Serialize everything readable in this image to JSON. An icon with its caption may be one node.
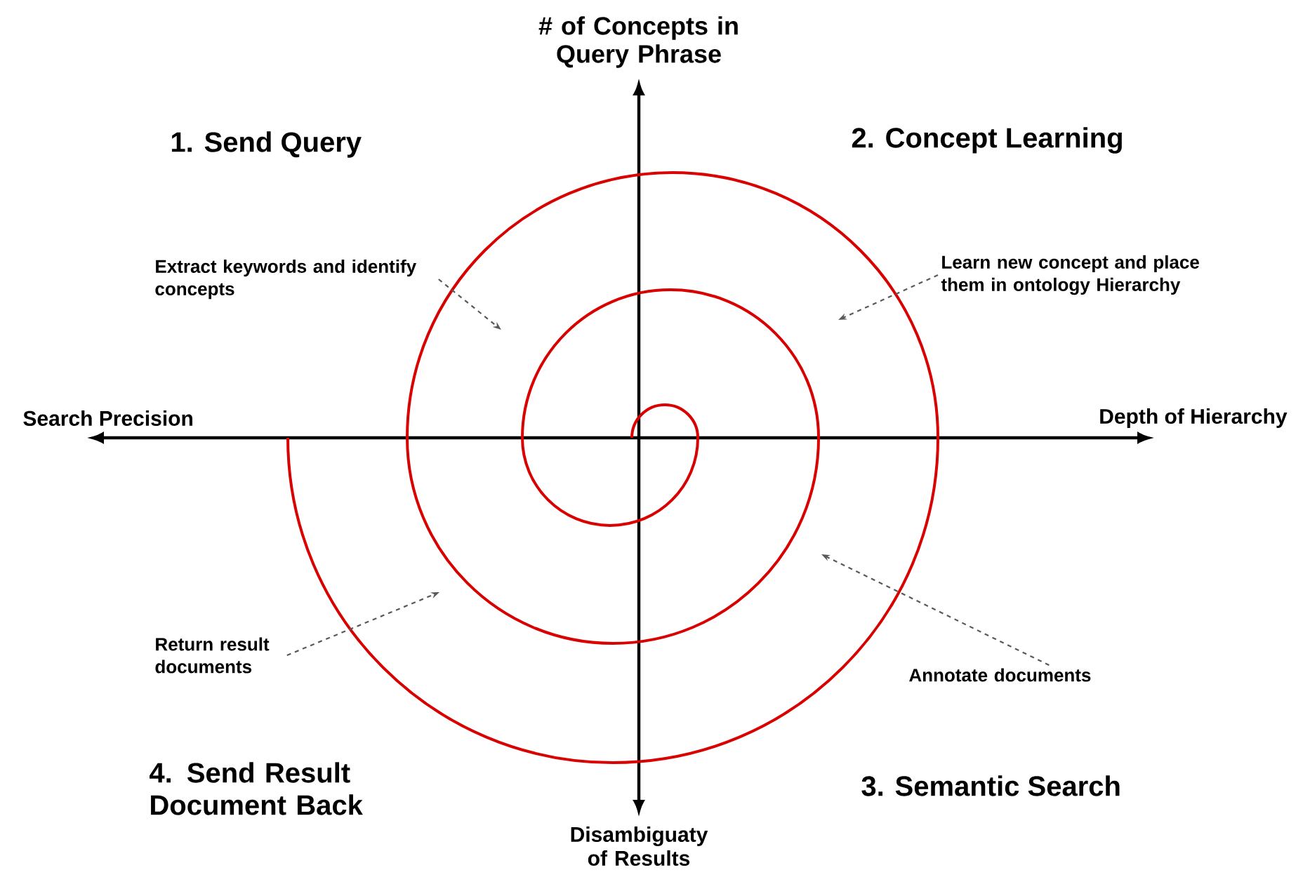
{
  "diagram": {
    "nodes": [
      {
        "text": [
          "Extract keywords and identify concepts"
        ]
      },
      {
        "text": [
          "Learn new concept and place them in ontology Hierarchy"
        ]
      },
      {
        "text": [
          "Return result documents"
        ]
      },
      {
        "text": [
          "Annotate documents"
        ]
      }
    ],
    "edges": [
      {
        "from": 0,
        "to": null,
        "arrow": "to",
        "style": "dashed"
      },
      {
        "from": 1,
        "to": null,
        "arrow": "to",
        "style": "dashed"
      },
      {
        "from": 2,
        "to": null,
        "arrow": "to",
        "style": "dashed"
      },
      {
        "from": 3,
        "to": null,
        "arrow": "to",
        "style": "dashed"
      }
    ],
    "labels": [
      "# of Concepts in Query Phrase",
      "1. Send Query",
      "2. Concept Learning",
      "Search Precision",
      "Depth of Hierarchy",
      "4. Send Result Document Back",
      "3. Semantic Search",
      "Disambiguaty of Results"
    ]
  }
}
